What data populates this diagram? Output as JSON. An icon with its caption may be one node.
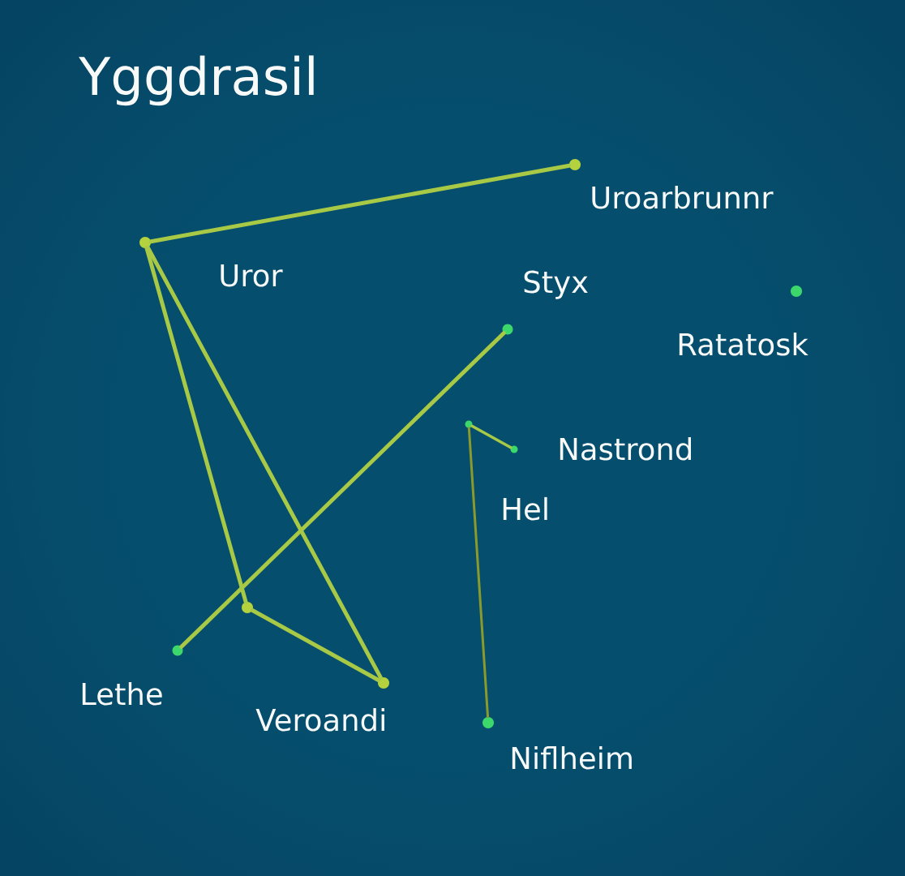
{
  "diagram": {
    "title": "Yggdrasil",
    "nodes": [
      {
        "text": [],
        "shape": "circle",
        "beside": [
          "Uroarbrunnr"
        ]
      },
      {
        "text": [],
        "shape": "circle",
        "beside": [
          "Uror"
        ]
      },
      {
        "text": [],
        "shape": "circle",
        "beside": [
          "Ratatosk"
        ]
      },
      {
        "text": [],
        "shape": "circle",
        "beside": [
          "Styx"
        ]
      },
      {
        "text": [],
        "shape": "circle"
      },
      {
        "text": [],
        "shape": "circle",
        "beside": [
          "Nastrond"
        ]
      },
      {
        "text": [],
        "shape": "circle"
      },
      {
        "text": [],
        "shape": "circle",
        "beside": [
          "Lethe"
        ]
      },
      {
        "text": [],
        "shape": "circle",
        "beside": [
          "Veroandi"
        ]
      },
      {
        "text": [],
        "shape": "circle",
        "beside": [
          "Niflheim"
        ]
      }
    ],
    "edges": [
      {
        "from": 1,
        "to": 0,
        "arrow": "none"
      },
      {
        "from": 1,
        "to": 6,
        "arrow": "none"
      },
      {
        "from": 1,
        "to": 8,
        "arrow": "none"
      },
      {
        "from": 6,
        "to": 8,
        "arrow": "none"
      },
      {
        "from": 3,
        "to": 7,
        "arrow": "none"
      },
      {
        "from": 4,
        "to": 5,
        "arrow": "none"
      },
      {
        "from": 4,
        "to": 9,
        "arrow": "none",
        "color": "#8a9b2c"
      }
    ],
    "labels": [
      "Hel"
    ]
  }
}
